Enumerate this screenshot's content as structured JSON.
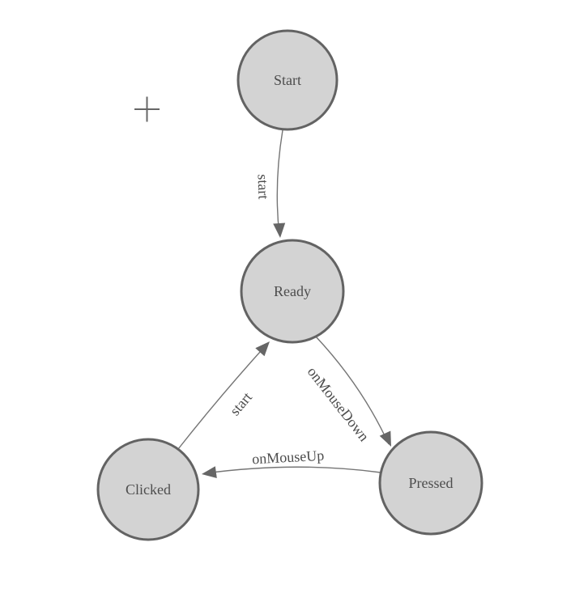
{
  "colors": {
    "background": "#ffffff",
    "node_fill": "#d3d3d3",
    "node_border": "#636363",
    "edge": "#757575",
    "arrow": "#666666",
    "label": "#4d4d4d",
    "crosshair": "#666666"
  },
  "nodes": {
    "start": {
      "label": "Start"
    },
    "ready": {
      "label": "Ready"
    },
    "clicked": {
      "label": "Clicked"
    },
    "pressed": {
      "label": "Pressed"
    }
  },
  "edges": {
    "start_to_ready": {
      "label": "start",
      "from": "Start",
      "to": "Ready"
    },
    "ready_to_pressed": {
      "label": "onMouseDown",
      "from": "Ready",
      "to": "Pressed"
    },
    "pressed_to_clicked": {
      "label": "onMouseUp",
      "from": "Pressed",
      "to": "Clicked"
    },
    "clicked_to_ready": {
      "label": "start",
      "from": "Clicked",
      "to": "Ready"
    }
  },
  "cursor": {
    "symbol": "+"
  }
}
